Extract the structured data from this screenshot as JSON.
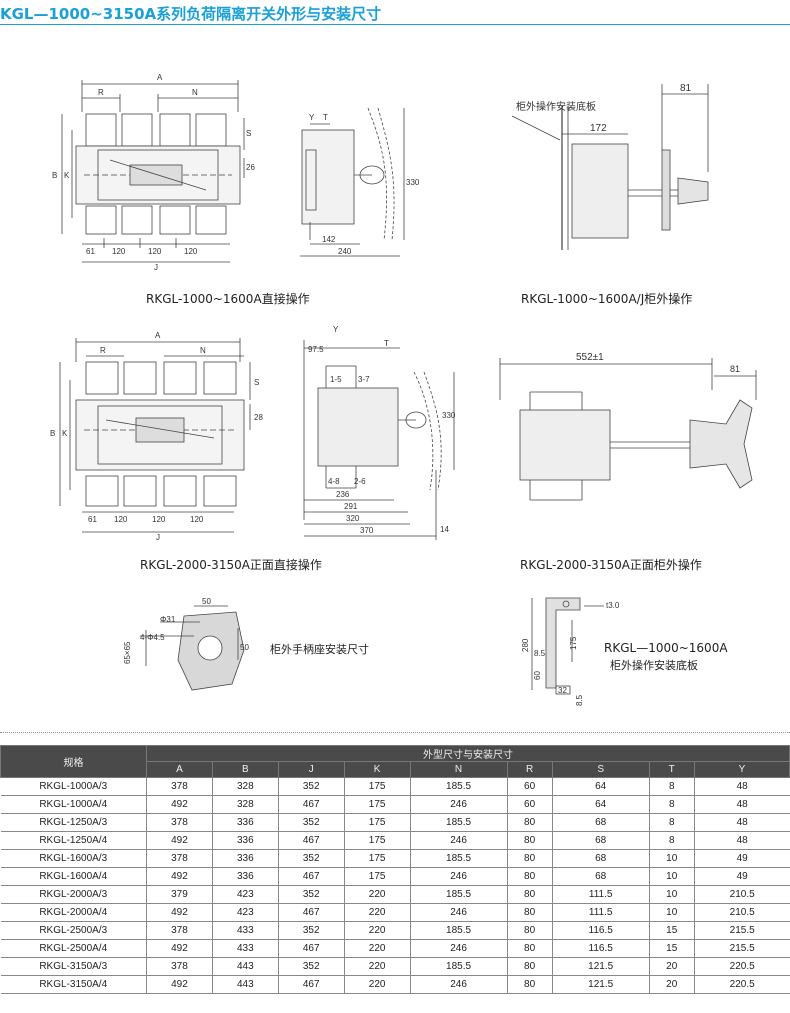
{
  "title": "KGL—1000~3150A系列负荷隔离开关外形与安装尺寸",
  "captions": {
    "fig1": "RKGL-1000~1600A直接操作",
    "fig2": "RKGL-1000~1600A/J柜外操作",
    "fig3": "RKGL-2000-3150A正面直接操作",
    "fig4": "RKGL-2000-3150A正面柜外操作",
    "fig5": "柜外手柄座安装尺寸",
    "fig6_line1": "RKGL—1000~1600A",
    "fig6_line2": "柜外操作安装底板"
  },
  "dims": {
    "f1": {
      "A": "A",
      "R": "R",
      "N": "N",
      "S": "S",
      "d26": "26",
      "B": "B",
      "K": "K",
      "d61": "61",
      "d120a": "120",
      "d120b": "120",
      "d120c": "120",
      "J": "J"
    },
    "f1s": {
      "Y": "Y",
      "T": "T",
      "d330": "330",
      "d142": "142",
      "d240": "240"
    },
    "f2": {
      "plate": "柜外操作安装底板",
      "d81": "81",
      "d172": "172"
    },
    "f3": {
      "A": "A",
      "R": "R",
      "N": "N",
      "S": "S",
      "d28": "28",
      "B": "B",
      "K": "K",
      "d61": "61",
      "d120a": "120",
      "d120b": "120",
      "d120c": "120",
      "J": "J"
    },
    "f3s": {
      "Y": "Y",
      "d975": "97.5",
      "T": "T",
      "t15": "1-5",
      "t37": "3-7",
      "t48": "4-8",
      "t26": "2-6",
      "d330": "330",
      "d236": "236",
      "d291": "291",
      "d320": "320",
      "d370": "370",
      "d14": "14"
    },
    "f4": {
      "d552": "552±1",
      "d81": "81"
    },
    "f5": {
      "d50": "50",
      "phi31": "Φ31",
      "hole": "4-Φ4.5",
      "d65": "65×65",
      "d50b": "50"
    },
    "f6": {
      "t30": "t3.0",
      "d280": "280",
      "d175": "175",
      "d85a": "8.5",
      "d60": "60",
      "d32": "32",
      "d85b": "8.5"
    }
  },
  "table": {
    "corner_label": "规格",
    "group_label": "外型尺寸与安装尺寸",
    "columns": [
      "A",
      "B",
      "J",
      "K",
      "N",
      "R",
      "S",
      "T",
      "Y"
    ],
    "rows": [
      [
        "RKGL-1000A/3",
        "378",
        "328",
        "352",
        "175",
        "185.5",
        "60",
        "64",
        "8",
        "48"
      ],
      [
        "RKGL-1000A/4",
        "492",
        "328",
        "467",
        "175",
        "246",
        "60",
        "64",
        "8",
        "48"
      ],
      [
        "RKGL-1250A/3",
        "378",
        "336",
        "352",
        "175",
        "185.5",
        "80",
        "68",
        "8",
        "48"
      ],
      [
        "RKGL-1250A/4",
        "492",
        "336",
        "467",
        "175",
        "246",
        "80",
        "68",
        "8",
        "48"
      ],
      [
        "RKGL-1600A/3",
        "378",
        "336",
        "352",
        "175",
        "185.5",
        "80",
        "68",
        "10",
        "49"
      ],
      [
        "RKGL-1600A/4",
        "492",
        "336",
        "467",
        "175",
        "246",
        "80",
        "68",
        "10",
        "49"
      ],
      [
        "RKGL-2000A/3",
        "379",
        "423",
        "352",
        "220",
        "185.5",
        "80",
        "111.5",
        "10",
        "210.5"
      ],
      [
        "RKGL-2000A/4",
        "492",
        "423",
        "467",
        "220",
        "246",
        "80",
        "111.5",
        "10",
        "210.5"
      ],
      [
        "RKGL-2500A/3",
        "378",
        "433",
        "352",
        "220",
        "185.5",
        "80",
        "116.5",
        "15",
        "215.5"
      ],
      [
        "RKGL-2500A/4",
        "492",
        "433",
        "467",
        "220",
        "246",
        "80",
        "116.5",
        "15",
        "215.5"
      ],
      [
        "RKGL-3150A/3",
        "378",
        "443",
        "352",
        "220",
        "185.5",
        "80",
        "121.5",
        "20",
        "220.5"
      ],
      [
        "RKGL-3150A/4",
        "492",
        "443",
        "467",
        "220",
        "246",
        "80",
        "121.5",
        "20",
        "220.5"
      ]
    ]
  }
}
